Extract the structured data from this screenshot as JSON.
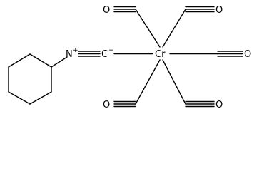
{
  "molecule": {
    "atoms": {
      "nitrogen": "N",
      "nitrogen_charge": "+",
      "carbon": "C",
      "carbon_charge": "−",
      "chromium": "Cr"
    },
    "carbonyl_oxygen": "O",
    "carbonyl_oxygen_count": 5
  }
}
